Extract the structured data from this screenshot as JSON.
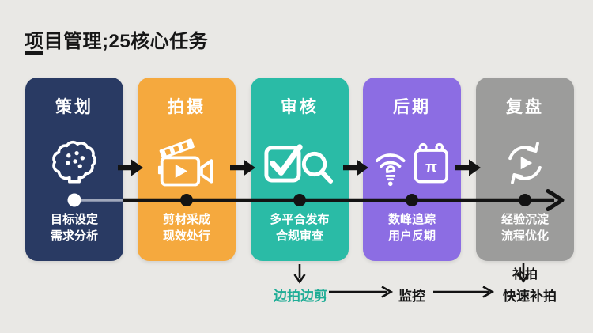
{
  "title": "项目管理;25核心任务",
  "colors": {
    "background": "#E9E8E5",
    "title_text": "#161616",
    "timeline": "#131313",
    "timeline_light_segment": "#A0A8BC",
    "start_dot": "#FFFFFF",
    "milestone_dot": "#131313",
    "teal_flow_label": "#1FAD96"
  },
  "stages": [
    {
      "title": "策划",
      "label_line1": "目标设定",
      "label_line2": "需求分析",
      "color": "#293A63",
      "icon": "brain-icon",
      "dot_color": "#FFFFFF"
    },
    {
      "title": "拍摄",
      "label_line1": "剪材采成",
      "label_line2": "现效处行",
      "color": "#F5A93E",
      "icon": "video-camera-icon",
      "dot_color": "#131313"
    },
    {
      "title": "审核",
      "label_line1": "多平合发布",
      "label_line2": "合规审查",
      "color": "#2ABBA6",
      "icon": "checkbox-magnifier-icon",
      "dot_color": "#131313"
    },
    {
      "title": "后期",
      "label_line1": "数峰追踪",
      "label_line2": "用户反期",
      "color": "#8C6DE3",
      "icon": "wifi-calendar-icon",
      "dot_color": "#131313",
      "calendar_glyph": "π"
    },
    {
      "title": "复盘",
      "label_line1": "经验沉淀",
      "label_line2": "流程优化",
      "color": "#9C9C9B",
      "icon": "refresh-play-icon",
      "dot_color": "#131313"
    }
  ],
  "bottom_flow": {
    "from_review_label": "边拍边剪",
    "monitor_label": "监控",
    "reshoot_label": "快速补拍",
    "reshoot_tag": "补拍"
  }
}
